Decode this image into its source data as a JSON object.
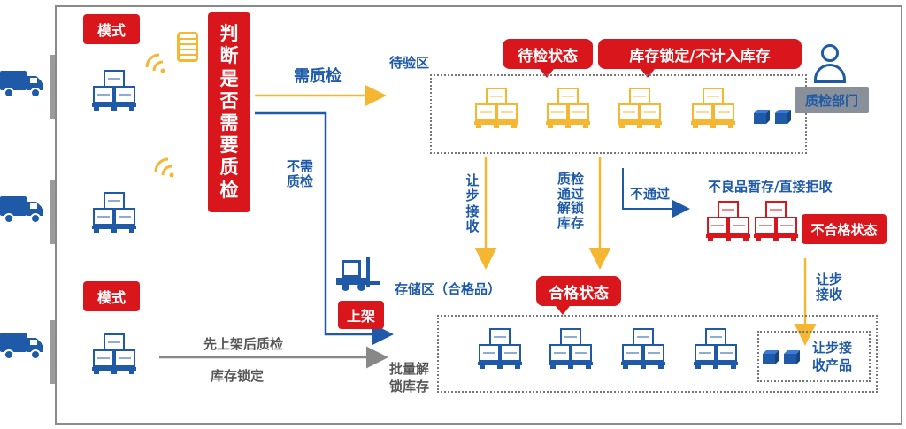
{
  "tags": {
    "mode_top": "模式",
    "mode_bottom": "模式",
    "judge": "判断是否需要质检",
    "pending_status": "待检状态",
    "stock_locked": "库存锁定/不计入库存",
    "qualified_status": "合格状态",
    "unqualified_status": "不合格状态",
    "shelve": "上架"
  },
  "labels": {
    "need_qc": "需质检",
    "no_qc": "不需质检",
    "pending_area": "待验区",
    "qc_dept": "质检部门",
    "let_receive_1": "让步接收",
    "qc_pass_unlock": "质检通过解锁库存",
    "not_pass": "不通过",
    "defect_storage": "不良品暂存/直接拒收",
    "let_receive_2": "让步接收",
    "storage_area": "存储区（合格品）",
    "shelve_first": "先上架后质检",
    "stock_lock": "库存锁定",
    "batch_unlock": "批量解锁库存",
    "let_receive_product": "让步接收产品"
  },
  "colors": {
    "red": "#d9161c",
    "blue": "#1e5aa8",
    "yellow": "#f5b731",
    "gray": "#888888"
  }
}
